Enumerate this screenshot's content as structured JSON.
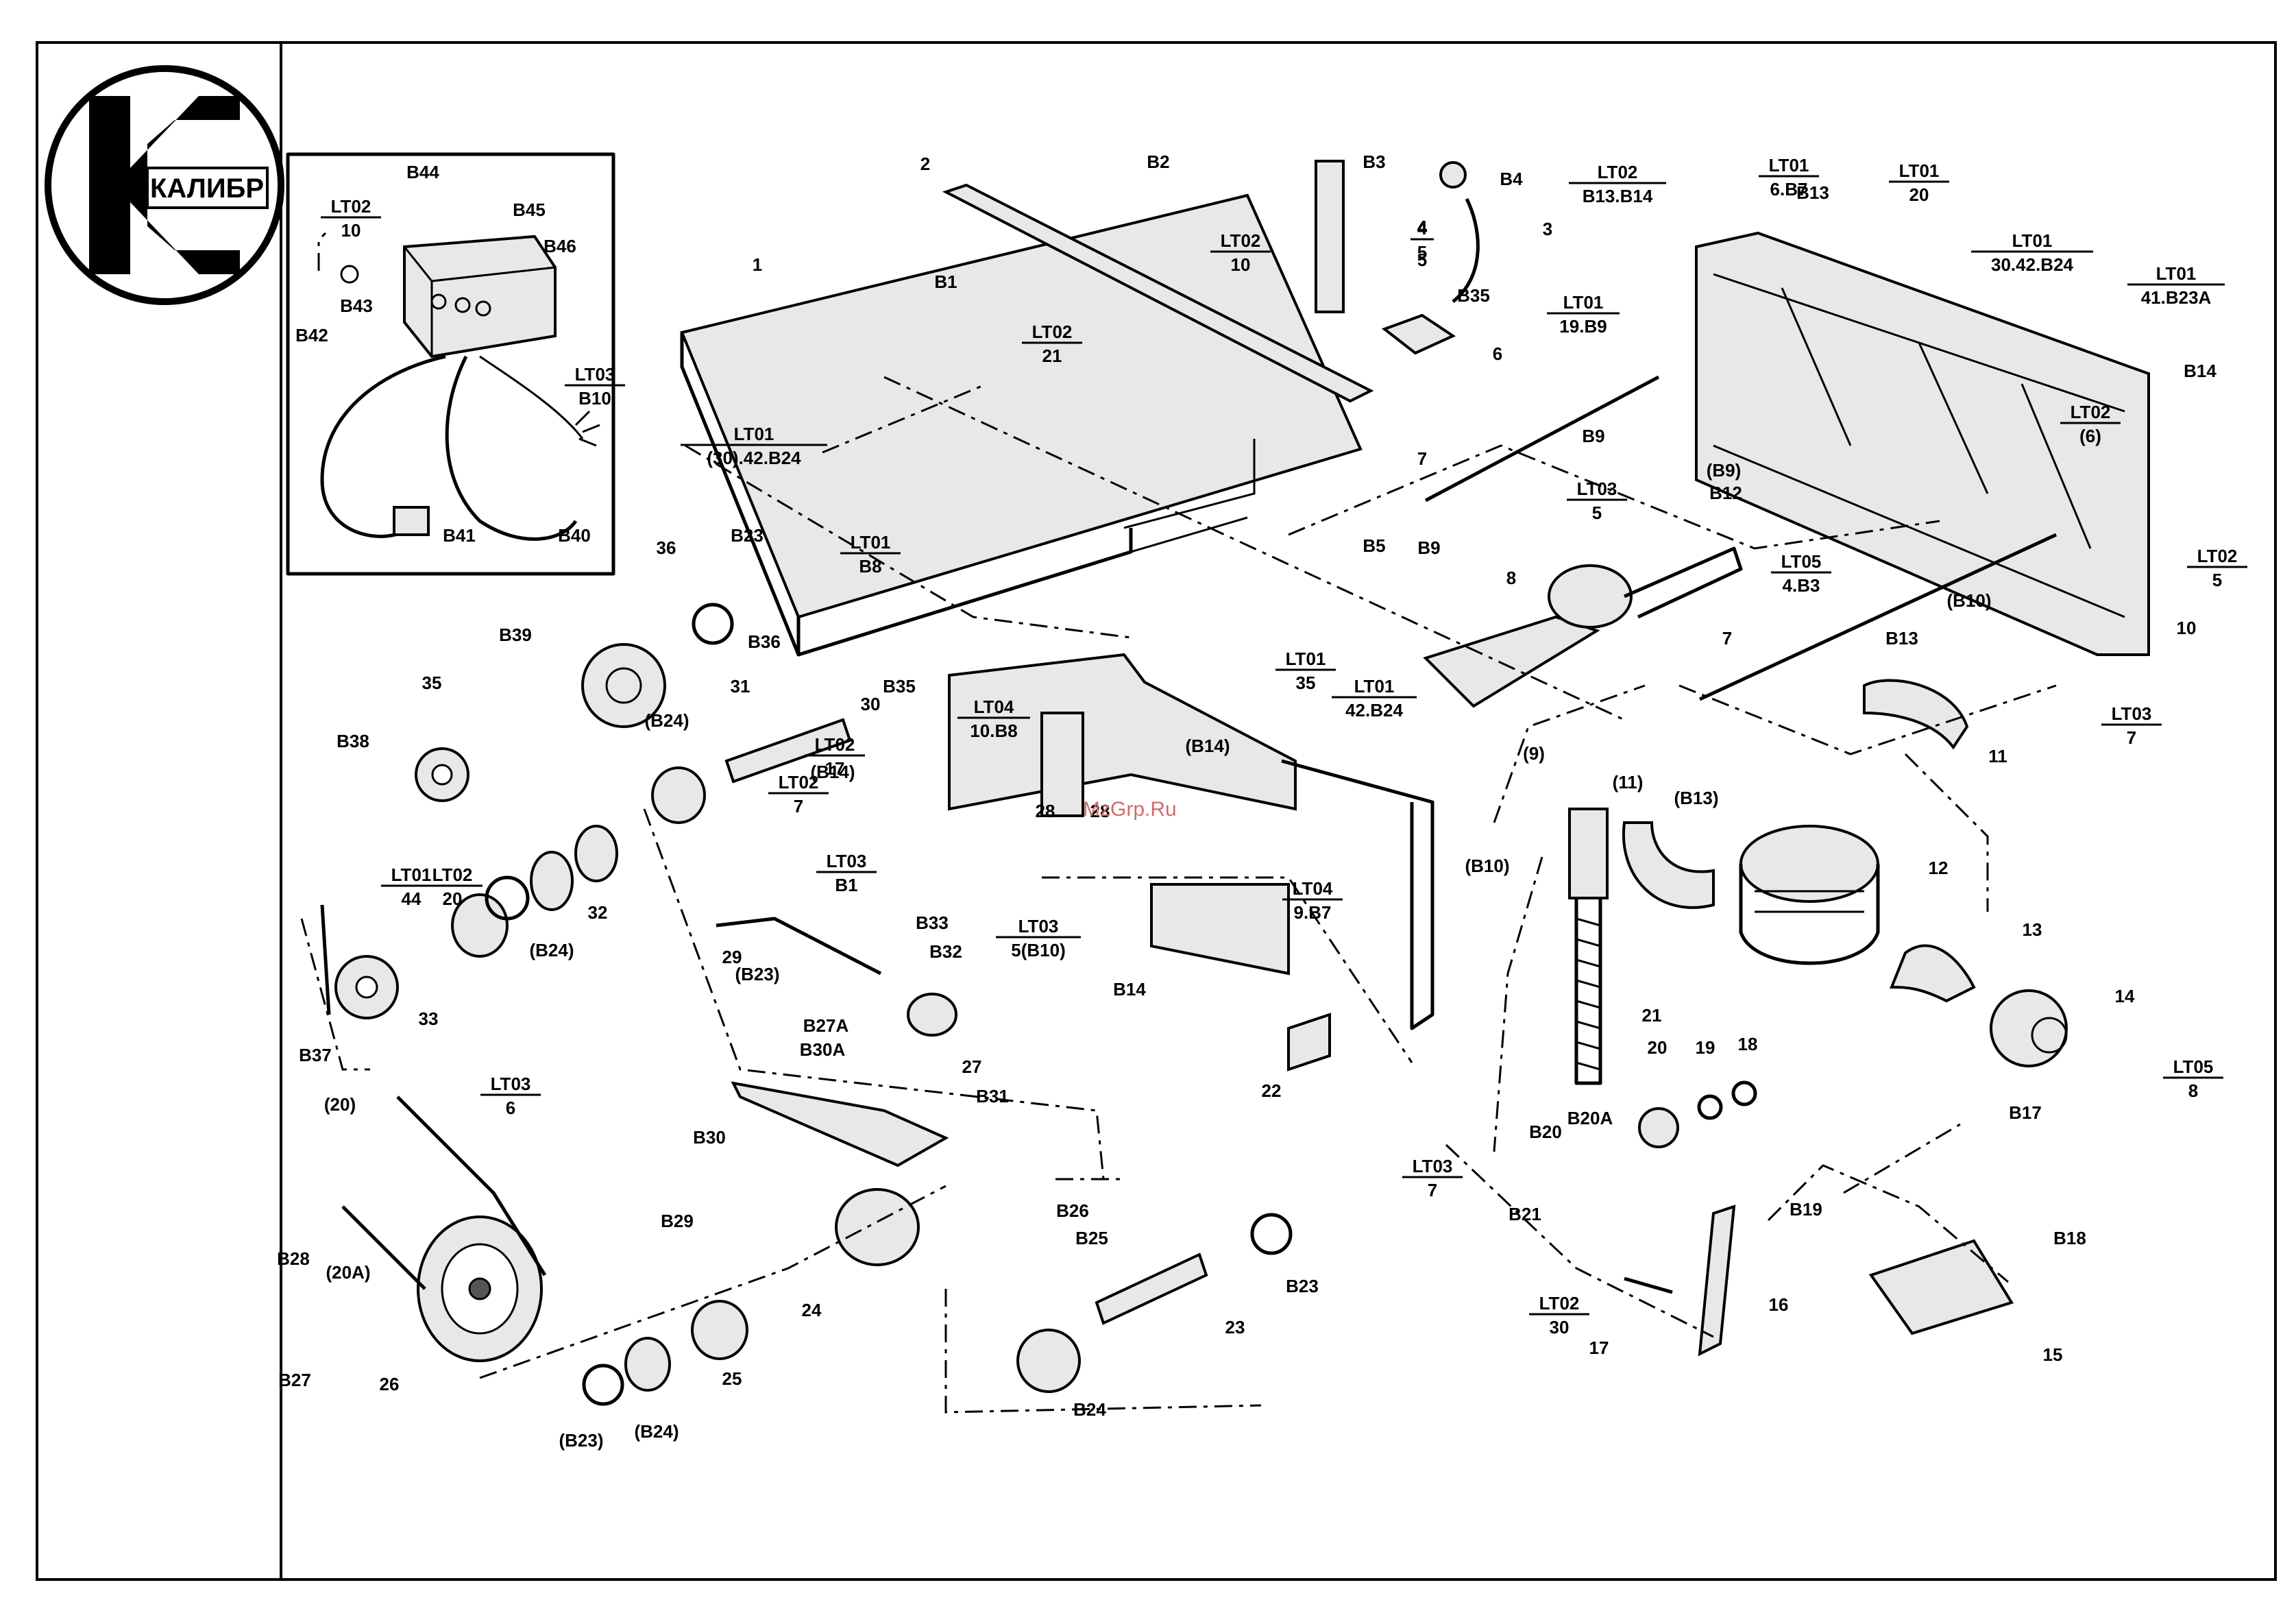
{
  "brand": {
    "logo_text": "КАЛИБР",
    "logo_color": "#000000"
  },
  "watermark": {
    "text": "MzGrp.Ru",
    "color": "#d46a6a"
  },
  "labels": [
    {
      "id": "l1",
      "text": "1"
    },
    {
      "id": "l2",
      "text": "2"
    },
    {
      "id": "l3",
      "text": "3"
    },
    {
      "id": "l4",
      "text": "4"
    },
    {
      "id": "l5",
      "text": "5"
    },
    {
      "id": "l6",
      "text": "6"
    },
    {
      "id": "l7a",
      "text": "7"
    },
    {
      "id": "l7b",
      "text": "7"
    },
    {
      "id": "l8",
      "text": "8"
    },
    {
      "id": "l9p",
      "text": "(9)"
    },
    {
      "id": "l10",
      "text": "10"
    },
    {
      "id": "l11",
      "text": "11"
    },
    {
      "id": "l11p",
      "text": "(11)"
    },
    {
      "id": "l12",
      "text": "12"
    },
    {
      "id": "l13",
      "text": "13"
    },
    {
      "id": "l14",
      "text": "14"
    },
    {
      "id": "l15",
      "text": "15"
    },
    {
      "id": "l16",
      "text": "16"
    },
    {
      "id": "l17",
      "text": "17"
    },
    {
      "id": "l18",
      "text": "18"
    },
    {
      "id": "l19",
      "text": "19"
    },
    {
      "id": "l20",
      "text": "20"
    },
    {
      "id": "l20p",
      "text": "(20)"
    },
    {
      "id": "l20a",
      "text": "(20A)"
    },
    {
      "id": "l21",
      "text": "21"
    },
    {
      "id": "l22",
      "text": "22"
    },
    {
      "id": "l23",
      "text": "23"
    },
    {
      "id": "l24",
      "text": "24"
    },
    {
      "id": "l25",
      "text": "25"
    },
    {
      "id": "l26",
      "text": "26"
    },
    {
      "id": "l27",
      "text": "27"
    },
    {
      "id": "l28",
      "text": "28"
    },
    {
      "id": "l29",
      "text": "29"
    },
    {
      "id": "l30",
      "text": "30"
    },
    {
      "id": "l31",
      "text": "31"
    },
    {
      "id": "l32",
      "text": "32"
    },
    {
      "id": "l33",
      "text": "33"
    },
    {
      "id": "l35",
      "text": "35"
    },
    {
      "id": "l36",
      "text": "36"
    },
    {
      "id": "b1",
      "text": "B1"
    },
    {
      "id": "b2",
      "text": "B2"
    },
    {
      "id": "b3",
      "text": "B3"
    },
    {
      "id": "b4",
      "text": "B4"
    },
    {
      "id": "b5",
      "text": "B5"
    },
    {
      "id": "b9a",
      "text": "B9"
    },
    {
      "id": "b9b",
      "text": "B9"
    },
    {
      "id": "b9p",
      "text": "(B9)"
    },
    {
      "id": "b10p",
      "text": "(B10)"
    },
    {
      "id": "b10q",
      "text": "(B10)"
    },
    {
      "id": "b12",
      "text": "B12"
    },
    {
      "id": "b13a",
      "text": "B13"
    },
    {
      "id": "b13b",
      "text": "B13"
    },
    {
      "id": "b13p",
      "text": "(B13)"
    },
    {
      "id": "b14a",
      "text": "B14"
    },
    {
      "id": "b14b",
      "text": "B14"
    },
    {
      "id": "b14p",
      "text": "(B14)"
    },
    {
      "id": "b14q",
      "text": "(B14)"
    },
    {
      "id": "b17",
      "text": "B17"
    },
    {
      "id": "b18",
      "text": "B18"
    },
    {
      "id": "b19",
      "text": "B19"
    },
    {
      "id": "b20",
      "text": "B20"
    },
    {
      "id": "b20a",
      "text": "B20A"
    },
    {
      "id": "b21",
      "text": "B21"
    },
    {
      "id": "b23a",
      "text": "B23"
    },
    {
      "id": "b23p",
      "text": "(B23)"
    },
    {
      "id": "b23q",
      "text": "(B23)"
    },
    {
      "id": "b23b",
      "text": "B23"
    },
    {
      "id": "b24a",
      "text": "B24"
    },
    {
      "id": "b24p",
      "text": "(B24)"
    },
    {
      "id": "b24q",
      "text": "(B24)"
    },
    {
      "id": "b24r",
      "text": "(B24)"
    },
    {
      "id": "b25",
      "text": "B25"
    },
    {
      "id": "b26",
      "text": "B26"
    },
    {
      "id": "b27",
      "text": "B27"
    },
    {
      "id": "b27a",
      "text": "B27A"
    },
    {
      "id": "b28",
      "text": "B28"
    },
    {
      "id": "b29",
      "text": "B29"
    },
    {
      "id": "b30",
      "text": "B30"
    },
    {
      "id": "b30a",
      "text": "B30A"
    },
    {
      "id": "b31",
      "text": "B31"
    },
    {
      "id": "b32",
      "text": "B32"
    },
    {
      "id": "b33",
      "text": "B33"
    },
    {
      "id": "b35a",
      "text": "B35"
    },
    {
      "id": "b35b",
      "text": "B35"
    },
    {
      "id": "b36",
      "text": "B36"
    },
    {
      "id": "b37",
      "text": "B37"
    },
    {
      "id": "b38",
      "text": "B38"
    },
    {
      "id": "b39",
      "text": "B39"
    },
    {
      "id": "b40",
      "text": "B40"
    },
    {
      "id": "b41",
      "text": "B41"
    },
    {
      "id": "b42",
      "text": "B42"
    },
    {
      "id": "b43",
      "text": "B43"
    },
    {
      "id": "b44",
      "text": "B44"
    },
    {
      "id": "b45",
      "text": "B45"
    },
    {
      "id": "b46",
      "text": "B46"
    },
    {
      "id": "b28b",
      "text": "28"
    }
  ],
  "refs": [
    {
      "id": "r_lt02_10a",
      "top": "LT02",
      "bottom": "10"
    },
    {
      "id": "r_lt03_b10",
      "top": "LT03",
      "bottom": "B10"
    },
    {
      "id": "r_lt02_21",
      "top": "LT02",
      "bottom": "21"
    },
    {
      "id": "r_lt02_10b",
      "top": "LT02",
      "bottom": "10"
    },
    {
      "id": "r_4_5",
      "top": "4",
      "bottom": "5"
    },
    {
      "id": "r_lt02_b13b14",
      "top": "LT02",
      "bottom": "B13.B14"
    },
    {
      "id": "r_lt01_19b9",
      "top": "LT01",
      "bottom": "19.B9"
    },
    {
      "id": "r_lt01_6b7",
      "top": "LT01",
      "bottom": "6.B7"
    },
    {
      "id": "r_lt01_20",
      "top": "LT01",
      "bottom": "20"
    },
    {
      "id": "r_lt01_3042b24",
      "top": "LT01",
      "bottom": "30.42.B24"
    },
    {
      "id": "r_lt01_41b23a",
      "top": "LT01",
      "bottom": "41.B23A"
    },
    {
      "id": "r_lt02_6p",
      "top": "LT02",
      "bottom": "(6)"
    },
    {
      "id": "r_lt02_5",
      "top": "LT02",
      "bottom": "5"
    },
    {
      "id": "r_lt03_5",
      "top": "LT03",
      "bottom": "5"
    },
    {
      "id": "r_lt05_4b3",
      "top": "LT05",
      "bottom": "4.B3"
    },
    {
      "id": "r_lt03_7a",
      "top": "LT03",
      "bottom": "7"
    },
    {
      "id": "r_lt01_p3042b24",
      "top": "LT01",
      "bottom": "(30).42.B24"
    },
    {
      "id": "r_lt01_b8",
      "top": "LT01",
      "bottom": "B8"
    },
    {
      "id": "r_lt01_35",
      "top": "LT01",
      "bottom": "35"
    },
    {
      "id": "r_lt01_42b24",
      "top": "LT01",
      "bottom": "42.B24"
    },
    {
      "id": "r_lt04_10b8",
      "top": "LT04",
      "bottom": "10.B8"
    },
    {
      "id": "r_lt02_17",
      "top": "LT02",
      "bottom": "17"
    },
    {
      "id": "r_lt02_7",
      "top": "LT02",
      "bottom": "7"
    },
    {
      "id": "r_lt03_b1",
      "top": "LT03",
      "bottom": "B1"
    },
    {
      "id": "r_lt04_9b7",
      "top": "LT04",
      "bottom": "9.B7"
    },
    {
      "id": "r_lt03_5b10",
      "top": "LT03",
      "bottom": "5(B10)"
    },
    {
      "id": "r_lt01_44",
      "top": "LT01",
      "bottom": "44"
    },
    {
      "id": "r_lt02_20",
      "top": "LT02",
      "bottom": "20"
    },
    {
      "id": "r_lt03_6",
      "top": "LT03",
      "bottom": "6"
    },
    {
      "id": "r_lt03_7b",
      "top": "LT03",
      "bottom": "7"
    },
    {
      "id": "r_lt05_8",
      "top": "LT05",
      "bottom": "8"
    },
    {
      "id": "r_lt02_30",
      "top": "LT02",
      "bottom": "30"
    }
  ]
}
